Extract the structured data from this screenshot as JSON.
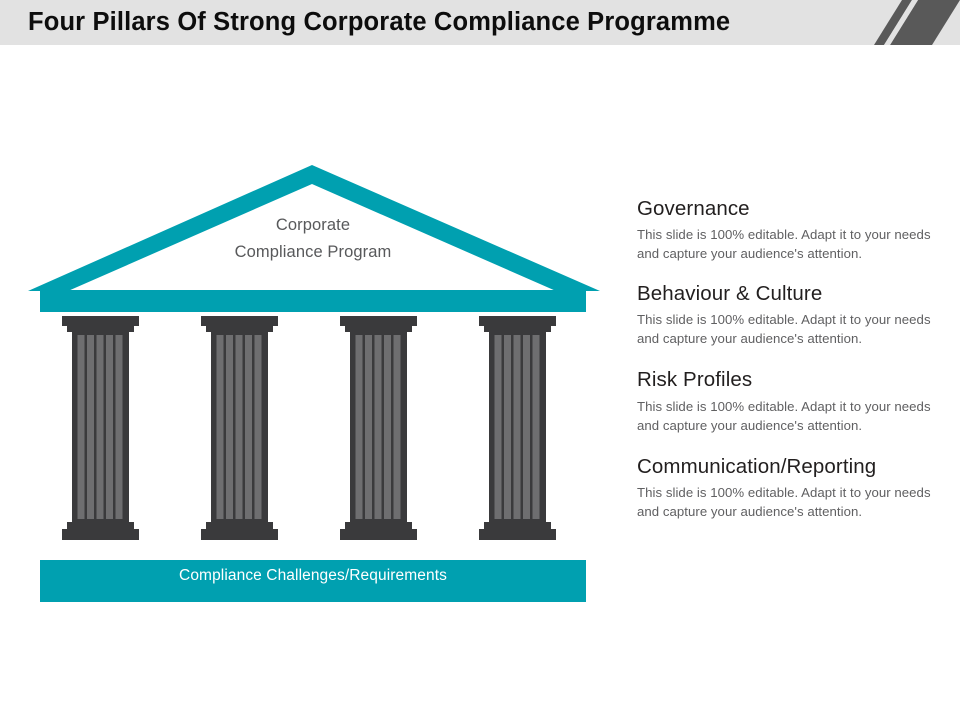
{
  "slide": {
    "title": "Four Pillars Of Strong Corporate Compliance Programme",
    "colors": {
      "header_background": "#e2e2e2",
      "title_text": "#0d0d0d",
      "accent_teal": "#00a0b0",
      "pillar_dark": "#3a3a3c",
      "pillar_light": "#6e6e70",
      "corner_dark": "#595959",
      "body_text": "#606062",
      "heading_text": "#221f1f"
    }
  },
  "diagram": {
    "pediment": {
      "line1": "Corporate",
      "line2": "Compliance  Program"
    },
    "base_bar": {
      "label": "Compliance Challenges/Requirements"
    },
    "pillar_count": 4,
    "flute_count": 5
  },
  "content": {
    "items": [
      {
        "title": "Governance",
        "description": "This slide is 100% editable.  Adapt it to your needs and capture your audience's attention."
      },
      {
        "title": "Behaviour & Culture",
        "description": "This slide is 100% editable.  Adapt it to your needs and capture your audience's attention."
      },
      {
        "title": "Risk Profiles",
        "description": "This slide is 100% editable.  Adapt it to your needs and capture your audience's attention."
      },
      {
        "title": "Communication/Reporting",
        "description": "This slide is 100% editable.  Adapt it to your needs and capture your audience's attention."
      }
    ]
  }
}
